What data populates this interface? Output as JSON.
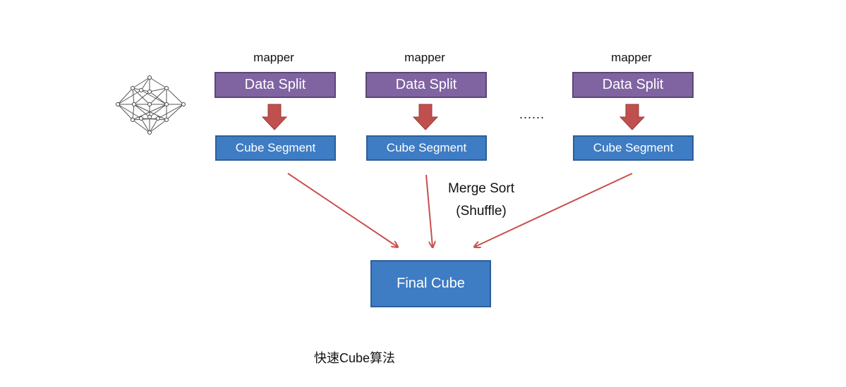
{
  "mappers": [
    {
      "label": "mapper",
      "split_label": "Data Split",
      "segment_label": "Cube Segment"
    },
    {
      "label": "mapper",
      "split_label": "Data Split",
      "segment_label": "Cube Segment"
    },
    {
      "label": "mapper",
      "split_label": "Data Split",
      "segment_label": "Cube Segment"
    }
  ],
  "ellipsis": "......",
  "merge": {
    "line1": "Merge Sort",
    "line2": "(Shuffle)"
  },
  "final": {
    "label": "Final Cube"
  },
  "caption": "快速Cube算法",
  "icons": {
    "lattice": "cube-lattice-icon"
  },
  "colors": {
    "data_split": "#8064a2",
    "cube_segment": "#3e7cc4",
    "final_cube": "#3e7cc4",
    "block_arrow": "#c0504d",
    "merge_arrow": "#c8504d"
  }
}
